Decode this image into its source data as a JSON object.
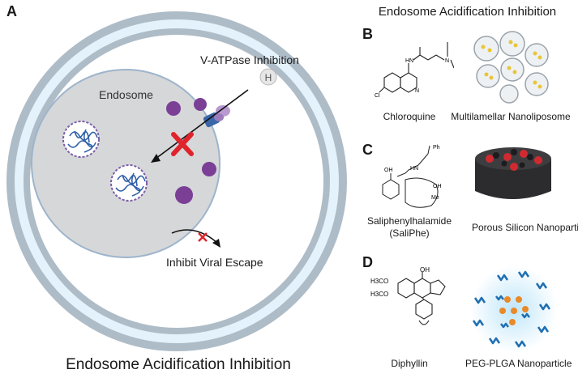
{
  "panel_a": {
    "letter": "A",
    "vatpase_label": "V-ATPase Inhibition",
    "proton_label": "H",
    "endosome_label": "Endosome",
    "escape_label": "Inhibit Viral Escape",
    "caption": "Endosome Acidification Inhibition"
  },
  "right": {
    "title": "Endosome Acidification Inhibition",
    "panels": [
      {
        "letter": "B",
        "left_label": "Chloroquine",
        "right_label": "Multilamellar Nanoliposome"
      },
      {
        "letter": "C",
        "left_label_line1": "Saliphenylhalamide",
        "left_label_line2": "(SaliPhe)",
        "right_label": "Porous Silicon Nanoparticle"
      },
      {
        "letter": "D",
        "left_label": "Diphyllin",
        "right_label": "PEG-PLGA Nanoparticle"
      }
    ],
    "chem": {
      "chloroquine_cl": "Cl",
      "chloroquine_n1": "N",
      "chloroquine_n2": "N",
      "chloroquine_hn": "HN",
      "saliphe_ph": "Ph",
      "saliphe_nh": "HN",
      "saliphe_oh1": "OH",
      "saliphe_oh2": "OH",
      "saliphe_me": "Me",
      "diphyllin_oh": "OH",
      "diphyllin_meo1": "H3CO",
      "diphyllin_meo2": "H3CO"
    }
  },
  "colors": {
    "outer_ring": "#aebcc7",
    "ring_fill": "#e4f2fb",
    "endosome_fill": "#d6d7d9",
    "endosome_border": "#9db4cc",
    "vesicle_purple": "#7b3f96",
    "block_red": "#e0242b",
    "virus_blue": "#2f5fa8"
  }
}
